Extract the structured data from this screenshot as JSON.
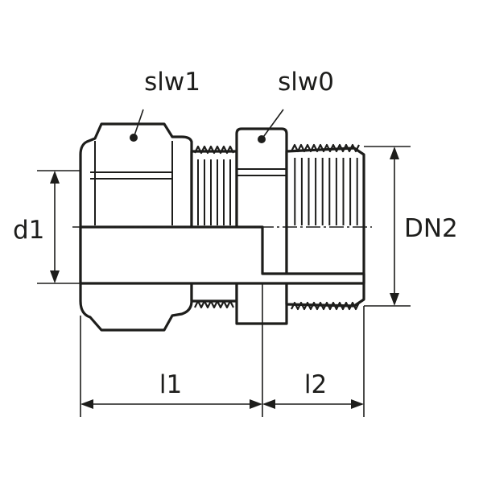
{
  "labels": {
    "slw1": "slw1",
    "slw0": "slw0",
    "d1": "d1",
    "dn2": "DN2",
    "l1": "l1",
    "l2": "l2"
  },
  "colors": {
    "line": "#1d1d1b",
    "background": "#ffffff"
  }
}
